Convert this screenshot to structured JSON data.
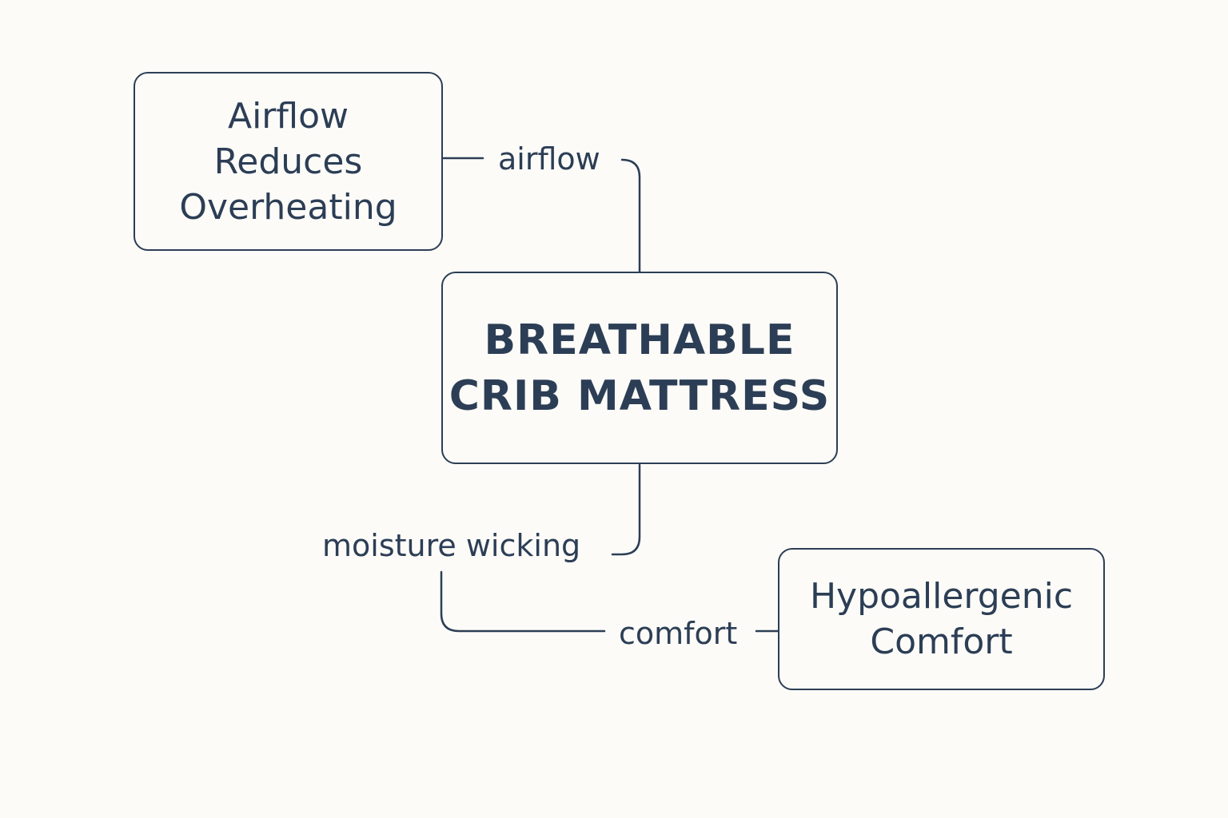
{
  "diagram": {
    "colors": {
      "background": "#fcfbf8",
      "stroke": "#2c3e55",
      "text": "#2c3e55"
    },
    "center": {
      "lines": [
        "BREATHABLE",
        "CRIB MATTRESS"
      ]
    },
    "nodes": {
      "airflow": {
        "lines": [
          "Airflow",
          "Reduces",
          "Overheating"
        ]
      },
      "hypoallergenic": {
        "lines": [
          "Hypoallergenic",
          "Comfort"
        ]
      }
    },
    "edges": {
      "airflow": "airflow",
      "moisture": "moisture wicking",
      "comfort": "comfort"
    }
  }
}
